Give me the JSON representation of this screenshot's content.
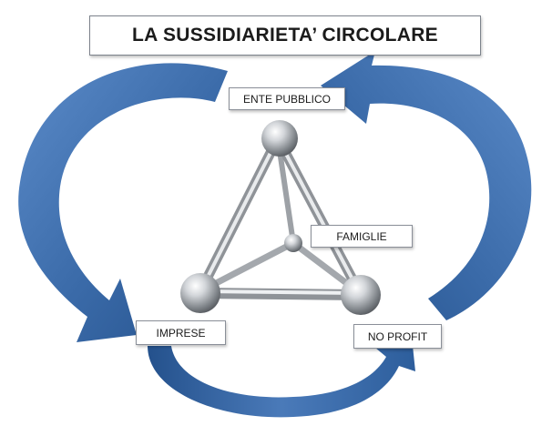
{
  "title": "LA SUSSIDIARIETA’ CIRCOLARE",
  "nodes": {
    "ente_pubblico": "ENTE PUBBLICO",
    "famiglie": "FAMIGLIE",
    "imprese": "IMPRESE",
    "no_profit": "NO PROFIT"
  },
  "colors": {
    "arrow_blue": "#3a6aa8",
    "arrow_dark": "#24518c",
    "frame_steel": "#b9bcc0",
    "border_gray": "#8a8f98"
  },
  "icons": [
    "curved-arrow-left",
    "curved-arrow-right",
    "curved-arrow-bottom",
    "tetrahedron-frame"
  ]
}
